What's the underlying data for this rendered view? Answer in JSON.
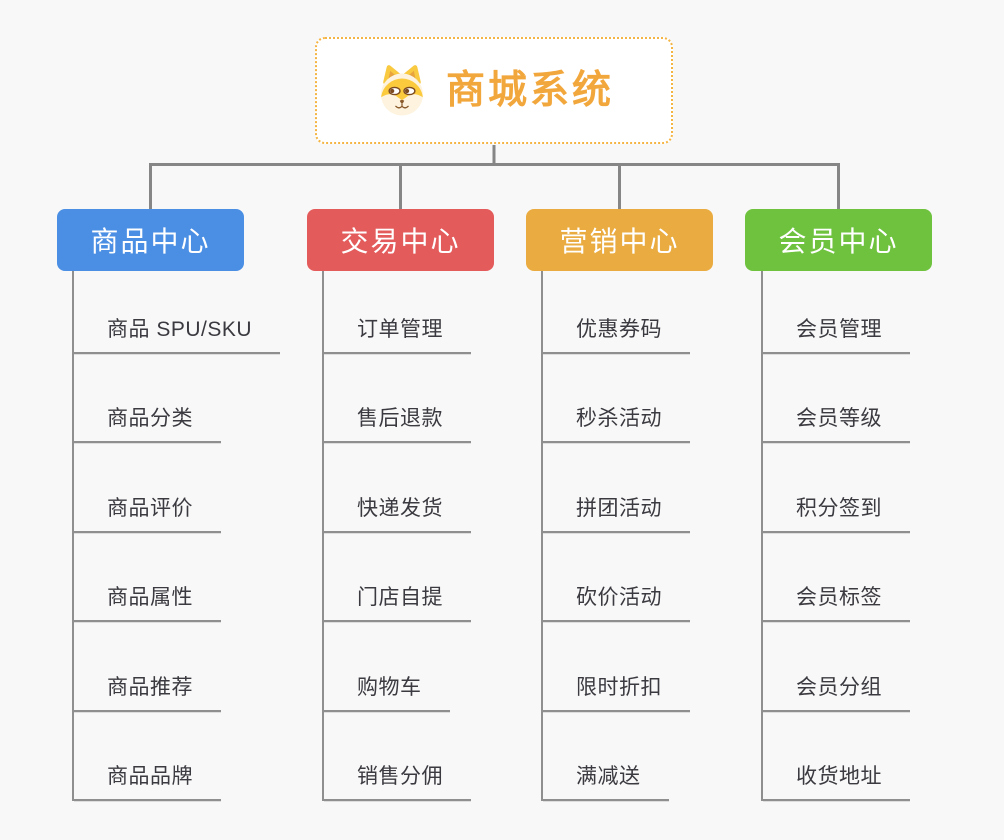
{
  "root": {
    "title": "商城系统",
    "icon": "dog-face-icon"
  },
  "colors": {
    "background": "#f8f8f8",
    "line": "#868686",
    "underline": "#8f8f8f",
    "root_border": "#f5b544",
    "root_text": "#f2a73d",
    "item_text": "#3a3a40"
  },
  "branches": [
    {
      "label": "商品中心",
      "color": "#4a8fe4",
      "items": [
        "商品 SPU/SKU",
        "商品分类",
        "商品评价",
        "商品属性",
        "商品推荐",
        "商品品牌"
      ]
    },
    {
      "label": "交易中心",
      "color": "#e45b5c",
      "items": [
        "订单管理",
        "售后退款",
        "快递发货",
        "门店自提",
        "购物车",
        "销售分佣"
      ]
    },
    {
      "label": "营销中心",
      "color": "#eaac40",
      "items": [
        "优惠券码",
        "秒杀活动",
        "拼团活动",
        "砍价活动",
        "限时折扣",
        "满减送"
      ]
    },
    {
      "label": "会员中心",
      "color": "#6ec23e",
      "items": [
        "会员管理",
        "会员等级",
        "积分签到",
        "会员标签",
        "会员分组",
        "收货地址"
      ]
    }
  ]
}
